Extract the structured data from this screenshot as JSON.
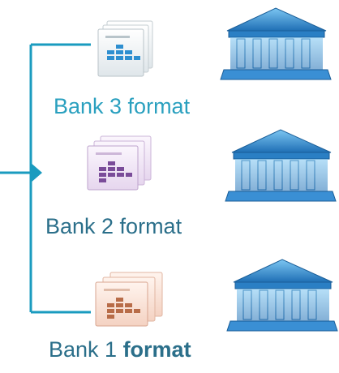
{
  "rows": [
    {
      "label": "Bank 3 format",
      "doc_color": "#2e8fd0"
    },
    {
      "label": "Bank 2 format",
      "doc_color": "#7a4c99"
    },
    {
      "label_prefix": "Bank 1 ",
      "label_bold": "format",
      "doc_color": "#b86c48"
    }
  ],
  "colors": {
    "connector": "#1a9bbf",
    "bank": "#2a8ad0"
  },
  "icons": {
    "document": "document-stack-icon",
    "bank": "bank-building-icon"
  }
}
